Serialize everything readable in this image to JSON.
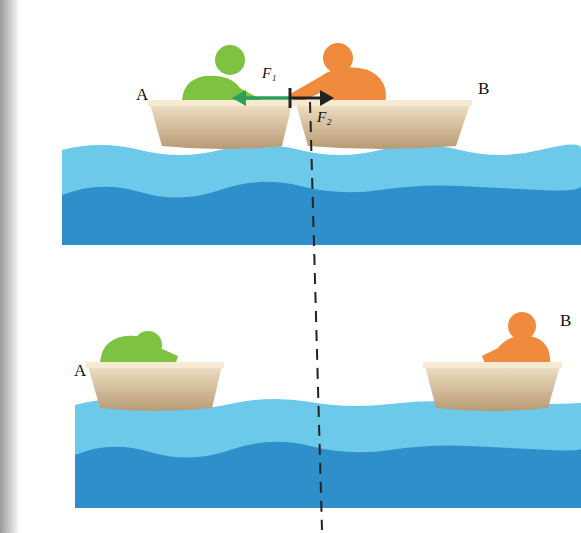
{
  "diagram": {
    "labels": [
      "A",
      "F₁",
      "B",
      "F₂",
      "A",
      "B"
    ]
  }
}
